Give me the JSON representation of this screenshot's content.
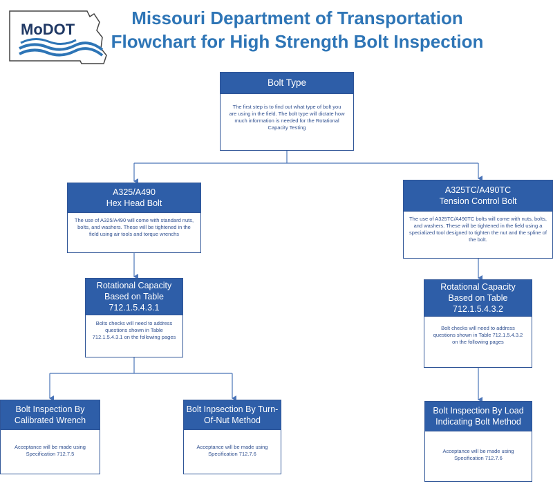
{
  "header": {
    "title_line1": "Missouri Department of Transportation",
    "title_line2": "Flowchart for High Strength Bolt Inspection",
    "logo_text": "MoDOT"
  },
  "nodes": {
    "bolt_type": {
      "title": "Bolt Type",
      "body": "The first step is to find out what type of bolt you are using in the field.  The bolt type will dictate how much information is needed for the Rotational Capacity Testing"
    },
    "hex_head": {
      "title_line1": "A325/A490",
      "title_line2": "Hex Head Bolt",
      "body": "The use of A325/A490 will come with standard nuts, bolts, and washers.  These will be tightened in the field using air tools and torque wrenchs"
    },
    "tension_control": {
      "title_line1": "A325TC/A490TC",
      "title_line2": "Tension Control Bolt",
      "body": "The use of A325TC/A490TC bolts will come with nuts, bolts, and washers.  These will be tightened in the field using a specialized tool designed to tighten the nut and the spline of the bolt."
    },
    "rc_left": {
      "title_line1": "Rotational Capacity",
      "title_line2": "Based on Table",
      "title_line3": "712.1.5.4.3.1",
      "body": "Bolts checks will need to address questions shown in Table 712.1.5.4.3.1 on the following pages"
    },
    "rc_right": {
      "title_line1": "Rotational Capacity",
      "title_line2": "Based on Table",
      "title_line3": "712.1.5.4.3.2",
      "body": "Bolt checks will need to address questions shown in Table 712.1.5.4.3.2 on the following pages"
    },
    "calibrated_wrench": {
      "title_line1": "Bolt Inspection By",
      "title_line2": "Calibrated Wrench",
      "body": "Acceptance will be made using Specification 712.7.5"
    },
    "turn_of_nut": {
      "title_line1": "Bolt Inpsection By Turn-",
      "title_line2": "Of-Nut Method",
      "body": "Acceptance will be made using Specification 712.7.6"
    },
    "load_indicating": {
      "title_line1": "Bolt Inspection By Load",
      "title_line2": "Indicating Bolt Method",
      "body": "Acceptance will be made using Specification 712.7.6"
    }
  },
  "colors": {
    "title": "#2e75b6",
    "header_fill": "#2e5ea8",
    "border": "#2f5597",
    "body_text": "#2f4f8f",
    "connector": "#4a74b8"
  }
}
